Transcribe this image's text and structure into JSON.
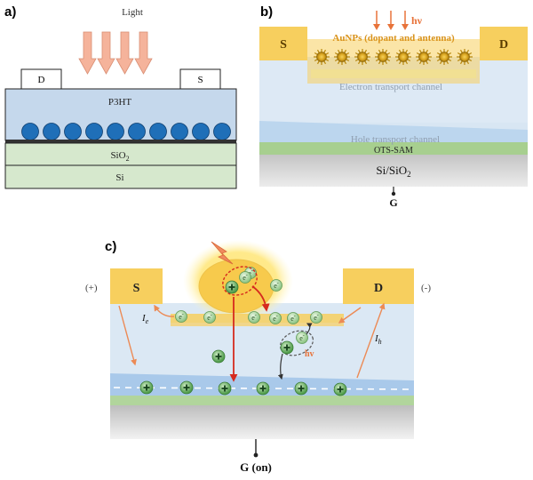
{
  "panel_a": {
    "label": "a)",
    "light": "Light",
    "drain": "D",
    "source": "S",
    "p3ht": "P3HT",
    "sio2_main": "SiO",
    "sio2_sub": "2",
    "si": "Si"
  },
  "panel_b": {
    "label": "b)",
    "hv": "hν",
    "source": "S",
    "drain": "D",
    "aunps": "AuNPs (dopant and antenna)",
    "electron_channel": "Electron transport channel",
    "hole_channel": "Hole transport channel",
    "ots_sam": "OTS-SAM",
    "substrate_main": "Si/SiO",
    "substrate_sub": "2",
    "gate": "G"
  },
  "panel_c": {
    "label": "c)",
    "plus_sign": "(+)",
    "minus_sign": "(-)",
    "source": "S",
    "drain": "D",
    "ie_main": "I",
    "ie_sub": "e",
    "ih_main": "I",
    "ih_sub": "h",
    "hv": "hv",
    "electron": "e",
    "electron_sup": "-",
    "hole": "+",
    "gate": "G (on)"
  },
  "colors": {
    "electrode_gold": "#f7cf5e",
    "p3ht_blue": "#c5d8ec",
    "sio2_green": "#d6e8cd",
    "np_blue": "#1f6fb8",
    "arrow_salmon": "#f5b39b",
    "hv_orange": "#e8733a",
    "ots_green": "#a7cf8f",
    "substrate_gray": "#c8c8c8",
    "red_arrow": "#d62a1e"
  }
}
